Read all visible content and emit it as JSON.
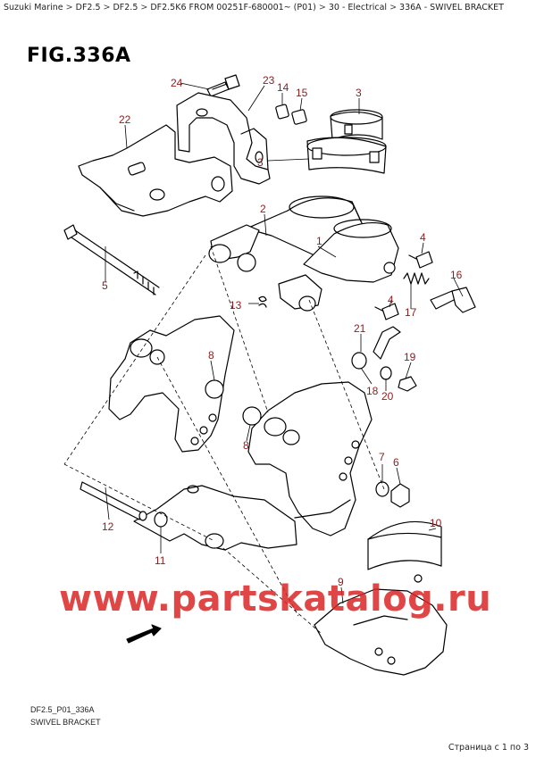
{
  "breadcrumb": [
    "Suzuki Marine",
    "DF2.5",
    "DF2.5",
    "DF2.5K6 FROM 00251F-680001~ (P01)",
    "30 - Electrical",
    "336A - SWIVEL BRACKET"
  ],
  "breadcrumb_sep": ">",
  "figure_title": "FIG.336A",
  "callouts": [
    "24",
    "23",
    "14",
    "15",
    "3",
    "22",
    "3",
    "2",
    "1",
    "4",
    "16",
    "5",
    "13",
    "17",
    "4",
    "21",
    "19",
    "8",
    "18",
    "20",
    "8",
    "7",
    "6",
    "10",
    "12",
    "11",
    "9"
  ],
  "footer": {
    "code": "DF2.5_P01_336A",
    "name": "SWIVEL BRACKET"
  },
  "page_counter": "Страница с 1 по 3",
  "watermark": "www.partskatalog.ru",
  "colors": {
    "callout": "#8b1c1c",
    "watermark": "#dc2626",
    "line": "#000000"
  }
}
